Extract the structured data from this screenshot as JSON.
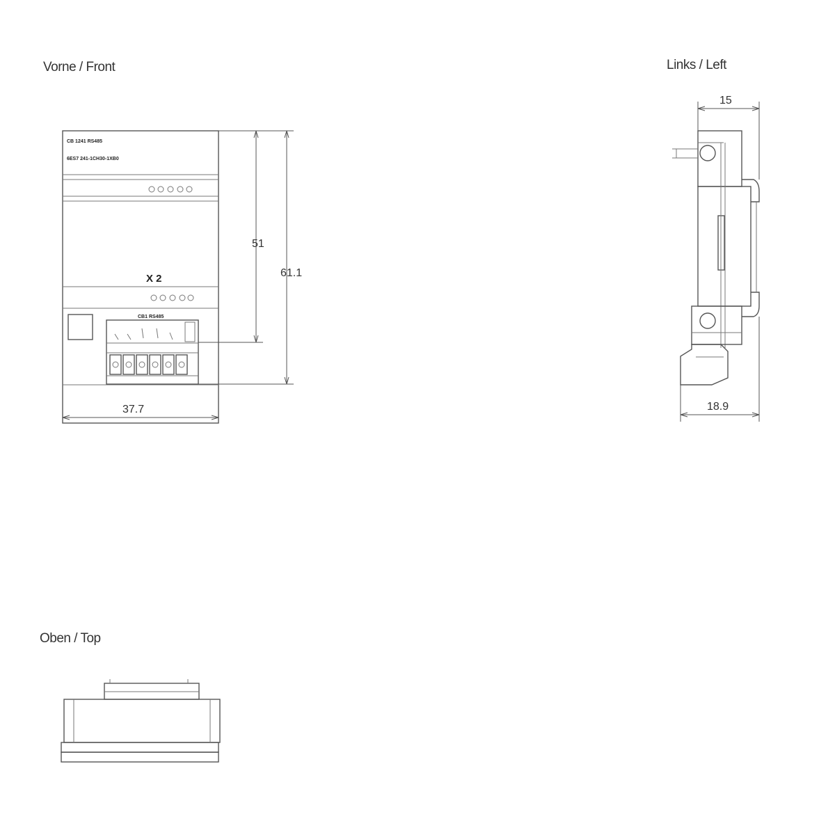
{
  "views": {
    "front": {
      "label": "Vorne / Front"
    },
    "left": {
      "label": "Links / Left"
    },
    "top": {
      "label": "Oben / Top"
    }
  },
  "module": {
    "name_text": "CB 1241 RS485",
    "order_number": "6ES7 241-1CH30-1XB0",
    "port_marking": "X 2",
    "connector_label": "CB1 RS485"
  },
  "dimensions": {
    "front_height_inner": "51",
    "front_height_total": "61.1",
    "front_width": "37.7",
    "left_top_width": "15",
    "left_bottom_width": "18.9"
  }
}
